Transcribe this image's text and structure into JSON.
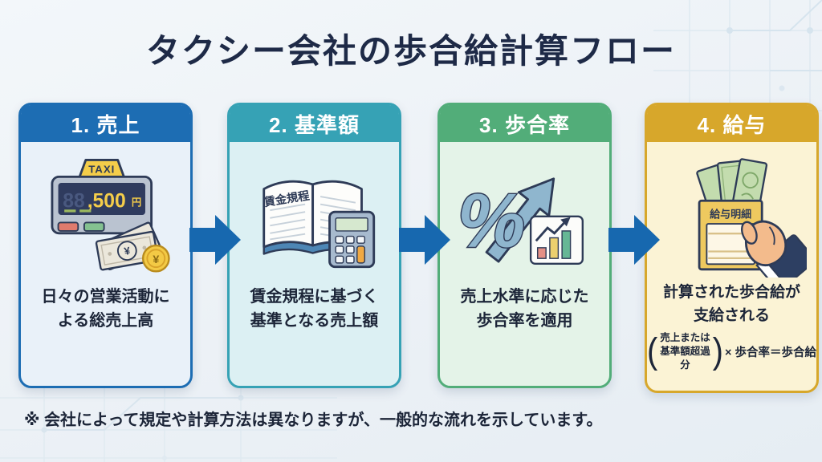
{
  "title": "タクシー会社の歩合給計算フロー",
  "footnote": "※ 会社によって規定や計算方法は異なりますが、一般的な流れを示しています。",
  "colors": {
    "title_text": "#1e2a47",
    "body_text": "#1c2538",
    "arrow": "#1768af",
    "background": "#eef2f6"
  },
  "steps": [
    {
      "header": "1. 売上",
      "desc1": "日々の営業活動に",
      "desc2": "よる総売上高",
      "accent": "#1d6db3",
      "body": "#e9f1f9",
      "icon": "taxi-meter-and-money"
    },
    {
      "header": "2. 基準額",
      "desc1": "賃金規程に基づく",
      "desc2": "基準となる売上額",
      "accent": "#36a2b5",
      "body": "#dcf0f3",
      "icon": "wage-rules-book-and-calculator"
    },
    {
      "header": "3. 歩合率",
      "desc1": "売上水準に応じた",
      "desc2": "歩合率を適用",
      "accent": "#52ad79",
      "body": "#e4f3e8",
      "icon": "percent-growth-chart"
    },
    {
      "header": "4. 給与",
      "desc1": "計算された歩合給が",
      "desc2": "支給される",
      "accent": "#d7a72b",
      "body": "#fbf3d5",
      "icon": "pay-envelope-in-hand"
    }
  ],
  "formula": {
    "open": "(",
    "line1": "売上または",
    "line2": "基準額超過分",
    "close": ")",
    "rest": "× 歩合率＝歩合給"
  },
  "icons": {
    "taxi_sign": "TAXI",
    "meter_ghost": "88",
    "meter_value": ",500",
    "meter_unit": "円",
    "bill_symbol": "¥",
    "coin_symbol": "¥",
    "book_label": "賃金規程",
    "percent": "%",
    "envelope_label": "給与明細"
  }
}
